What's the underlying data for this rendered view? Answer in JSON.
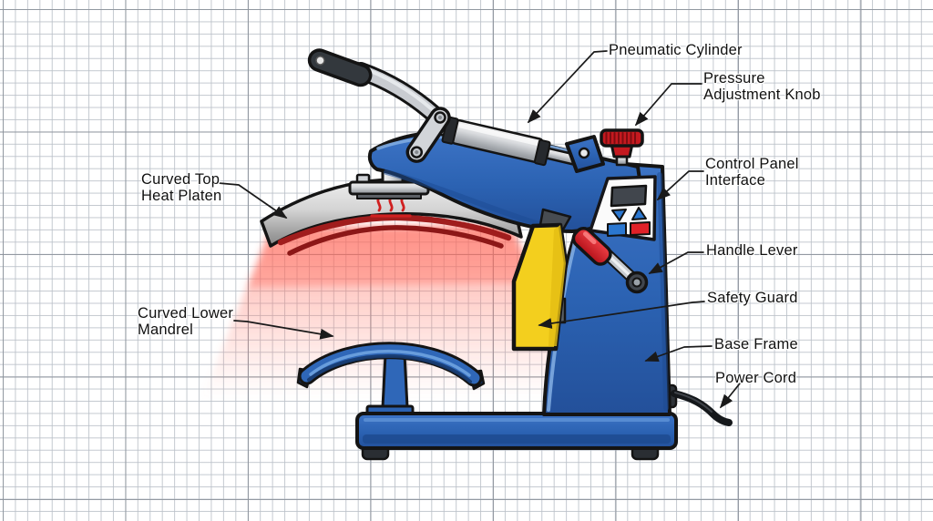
{
  "colors": {
    "background": "#ffffff",
    "grid_fine": "#bac0c8",
    "grid_major": "#8c929b",
    "outline": "#141414",
    "body_blue": "#2b62b2",
    "body_blue_light": "#7fabe0",
    "body_blue_dark": "#1d4a8f",
    "safety_yellow": "#f3cf1e",
    "accent_red": "#cf2027",
    "metal_silver": "#c9ccd1",
    "panel_white": "#fbfbfb",
    "display_gray": "#41464d",
    "heat_red": "#d02020",
    "glow_red": "#ff6e5f",
    "label_text": "#101010"
  },
  "labels": {
    "pneumatic_cylinder": {
      "lines": [
        "Pneumatic Cylinder"
      ]
    },
    "pressure_adjustment_knob": {
      "lines": [
        "Pressure",
        "Adjustment Knob"
      ]
    },
    "control_panel_interface": {
      "lines": [
        "Control Panel",
        "Interface"
      ]
    },
    "handle_lever": {
      "lines": [
        "Handle Lever"
      ]
    },
    "safety_guard": {
      "lines": [
        "Safety Guard"
      ]
    },
    "base_frame": {
      "lines": [
        "Base Frame"
      ]
    },
    "power_cord": {
      "lines": [
        "Power Cord"
      ]
    },
    "curved_top_heat_platen": {
      "lines": [
        "Curved Top",
        "Heat Platen"
      ]
    },
    "curved_lower_mandrel": {
      "lines": [
        "Curved Lower",
        "Mandrel"
      ]
    }
  }
}
